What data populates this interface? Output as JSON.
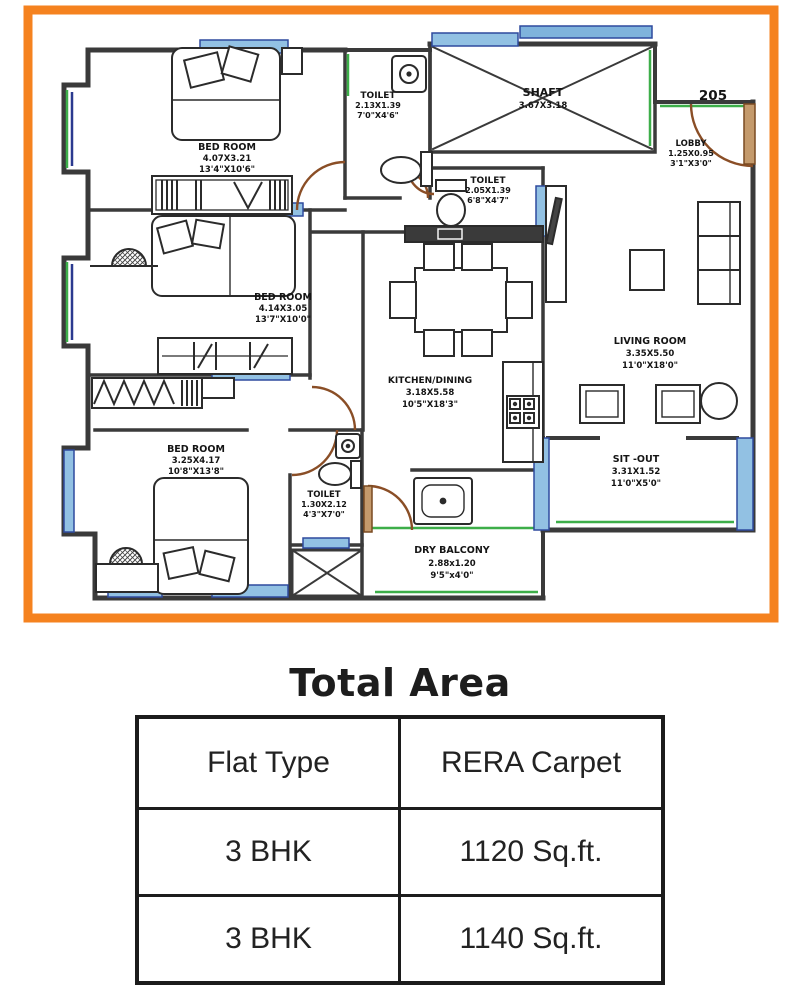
{
  "floorplan": {
    "flat_number": "205",
    "rooms": {
      "bedroom1": {
        "name": "BED ROOM",
        "dim_m": "4.07X3.21",
        "dim_ft": "13'4\"X10'6\""
      },
      "toilet1": {
        "name": "TOILET",
        "dim_m": "2.13X1.39",
        "dim_ft": "7'0\"X4'6\""
      },
      "shaft": {
        "name": "SHAFT",
        "dim_m": "3.67X3.18"
      },
      "lobby": {
        "name": "LOBBY",
        "dim_m": "1.25X0.95",
        "dim_ft": "3'1\"X3'0\""
      },
      "toilet2": {
        "name": "TOILET",
        "dim_m": "2.05X1.39",
        "dim_ft": "6'8\"X4'7\""
      },
      "bedroom2": {
        "name": "BED ROOM",
        "dim_m": "4.14X3.05",
        "dim_ft": "13'7\"X10'0\""
      },
      "bedroom3": {
        "name": "BED ROOM",
        "dim_m": "3.25X4.17",
        "dim_ft": "10'8\"X13'8\""
      },
      "kitchen": {
        "name": "KITCHEN/DINING",
        "dim_m": "3.18X5.58",
        "dim_ft": "10'5\"X18'3\""
      },
      "living": {
        "name": "LIVING ROOM",
        "dim_m": "3.35X5.50",
        "dim_ft": "11'0\"X18'0\""
      },
      "sitout": {
        "name": "SIT -OUT",
        "dim_m": "3.31X1.52",
        "dim_ft": "11'0\"X5'0\""
      },
      "toilet3": {
        "name": "TOILET",
        "dim_m": "1.30X2.12",
        "dim_ft": "4'3\"X7'0\""
      },
      "drybalcony": {
        "name": "DRY BALCONY",
        "dim_m": "2.88x1.20",
        "dim_ft": "9'5\"x4'0\""
      }
    },
    "colors": {
      "border_orange": "#F5821F",
      "window_blue": "#92C1E3",
      "glass_blue": "#2E4A9E",
      "sill_green": "#3DAE49",
      "door_brown": "#8A4E26",
      "wall_gray": "#3A3A3A"
    }
  },
  "area_table": {
    "title": "Total Area",
    "headers": [
      "Flat Type",
      "RERA Carpet"
    ],
    "rows": [
      [
        "3 BHK",
        "1120 Sq.ft."
      ],
      [
        "3 BHK",
        "1140 Sq.ft."
      ]
    ]
  }
}
